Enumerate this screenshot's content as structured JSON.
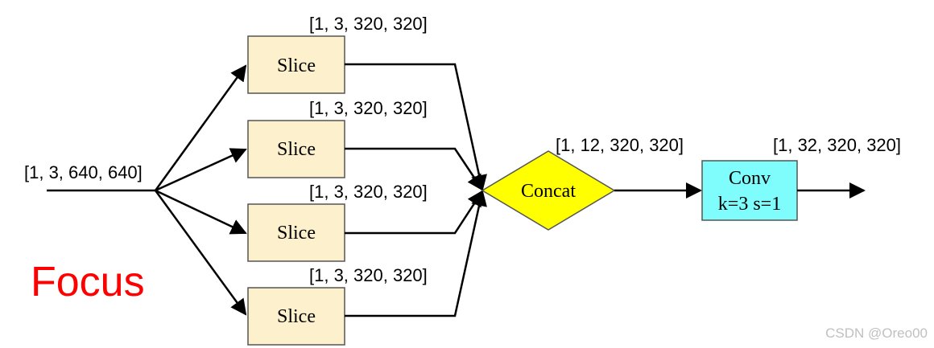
{
  "title": "Focus",
  "input_shape": "[1, 3, 640, 640]",
  "slices": [
    {
      "label": "Slice",
      "shape": "[1, 3, 320, 320]"
    },
    {
      "label": "Slice",
      "shape": "[1, 3, 320, 320]"
    },
    {
      "label": "Slice",
      "shape": "[1, 3, 320, 320]"
    },
    {
      "label": "Slice",
      "shape": "[1, 3, 320, 320]"
    }
  ],
  "concat": {
    "label": "Concat",
    "shape": "[1, 12, 320, 320]"
  },
  "conv": {
    "line1": "Conv",
    "line2": "k=3 s=1",
    "shape": "[1, 32, 320, 320]"
  },
  "watermark": "CSDN @Oreo00",
  "colors": {
    "slice_fill": "#fdf0cd",
    "slice_stroke": "#555555",
    "concat_fill": "#ffff00",
    "conv_fill": "#7ffcfc",
    "title": "#ff0000"
  }
}
